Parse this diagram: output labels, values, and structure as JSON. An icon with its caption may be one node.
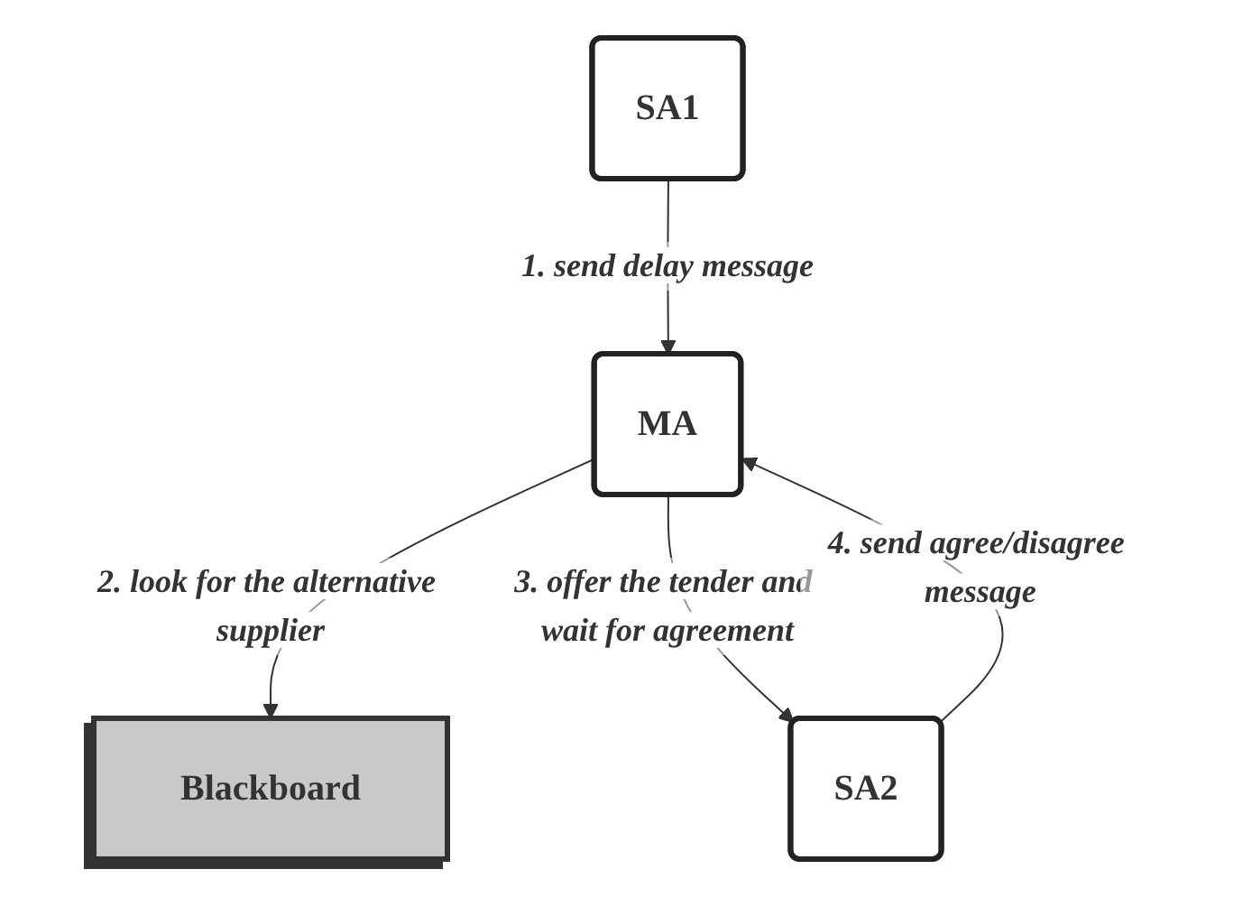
{
  "diagram": {
    "nodes": [
      {
        "text": [
          "SA1"
        ]
      },
      {
        "text": [
          "MA"
        ]
      },
      {
        "text": [
          "Blackboard"
        ]
      },
      {
        "text": [
          "SA2"
        ]
      }
    ],
    "edges": [
      {
        "from": 0,
        "to": 1,
        "arrow": "to",
        "label": "1. send delay message"
      },
      {
        "from": 1,
        "to": 2,
        "arrow": "to",
        "label": "2. look for the alternative supplier"
      },
      {
        "from": 1,
        "to": 3,
        "arrow": "to",
        "label": "3. offer the tender and wait for agreement"
      },
      {
        "from": 3,
        "to": 1,
        "arrow": "to",
        "label": "4. send agree/disagree message"
      }
    ]
  }
}
